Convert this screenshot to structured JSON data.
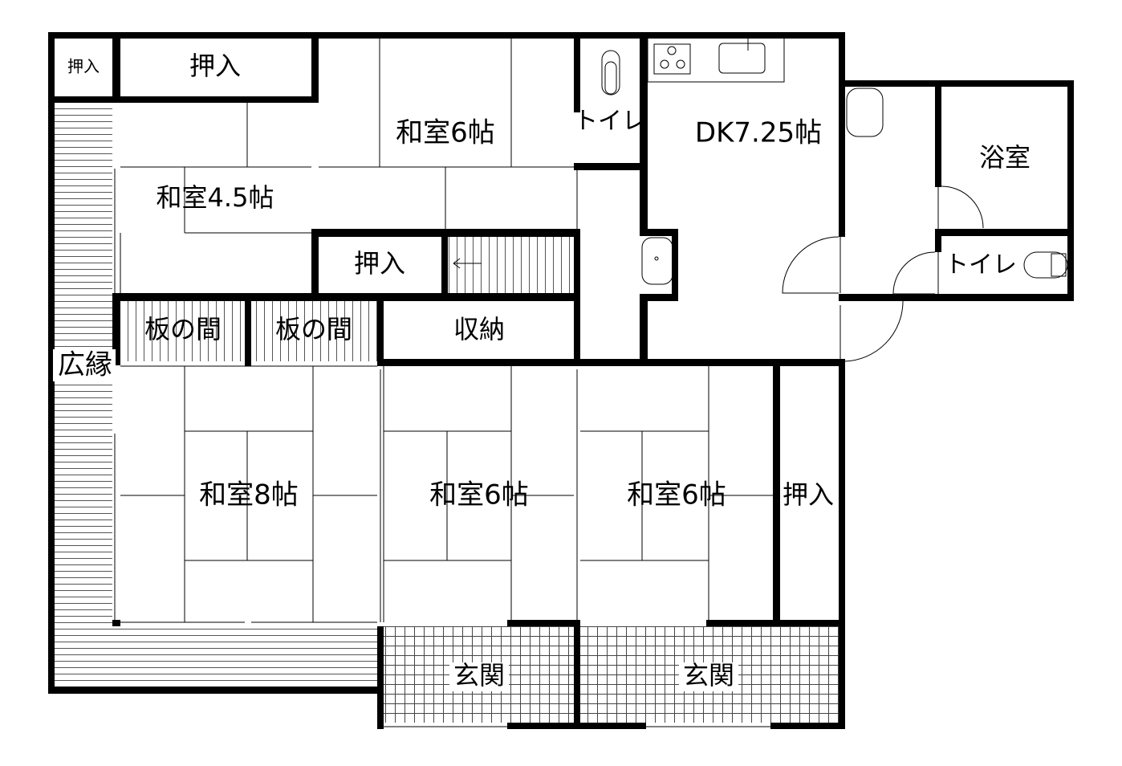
{
  "floorplan": {
    "rooms": {
      "oshiire_small": "押入",
      "oshiire_top": "押入",
      "washitsu_6_top": "和室6帖",
      "toilet_1": "トイレ",
      "dk": "DK7.25帖",
      "bath": "浴室",
      "washitsu_45": "和室4.5帖",
      "oshiire_mid": "押入",
      "toilet_2": "トイレ",
      "itanoma_1": "板の間",
      "itanoma_2": "板の間",
      "shuno": "収納",
      "hiroen": "広縁",
      "washitsu_8": "和室8帖",
      "washitsu_6_mid": "和室6帖",
      "washitsu_6_right": "和室6帖",
      "oshiire_right": "押入",
      "genkan_1": "玄関",
      "genkan_2": "玄関"
    },
    "colors": {
      "wall": "#000000",
      "background": "#ffffff"
    }
  }
}
